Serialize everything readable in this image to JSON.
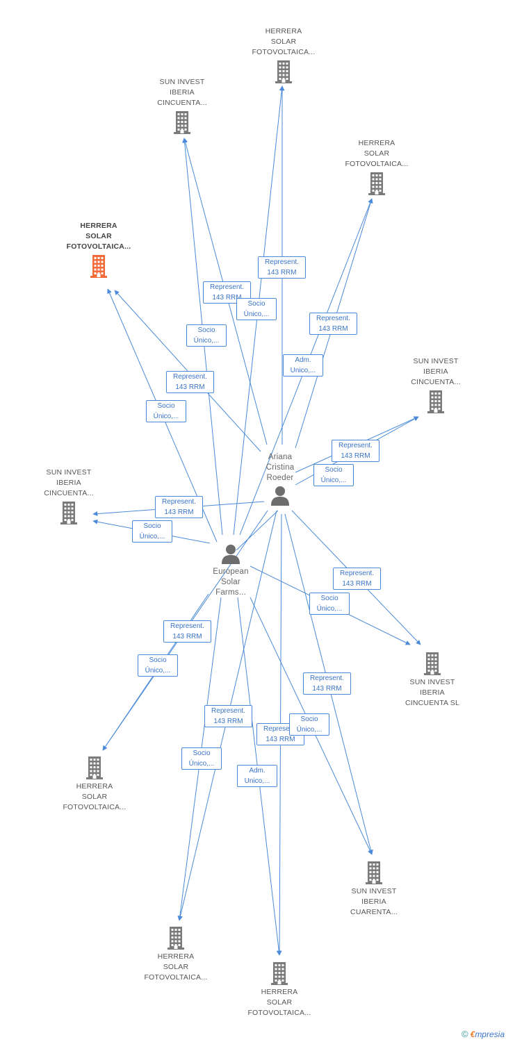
{
  "nodes": {
    "c_top": {
      "lines": [
        "HERRERA",
        "SOLAR",
        "FOTOVOLTAICA..."
      ]
    },
    "c_sun1": {
      "lines": [
        "SUN INVEST",
        "IBERIA",
        "CINCUENTA..."
      ]
    },
    "c_herr_right": {
      "lines": [
        "HERRERA",
        "SOLAR",
        "FOTOVOLTAICA..."
      ]
    },
    "c_main": {
      "lines": [
        "HERRERA",
        "SOLAR",
        "FOTOVOLTAICA..."
      ]
    },
    "c_sun_right": {
      "lines": [
        "SUN INVEST",
        "IBERIA",
        "CINCUENTA..."
      ]
    },
    "c_sun_left": {
      "lines": [
        "SUN INVEST",
        "IBERIA",
        "CINCUENTA..."
      ]
    },
    "c_sun_sl": {
      "lines": [
        "SUN INVEST",
        "IBERIA",
        "CINCUENTA SL"
      ]
    },
    "c_herr_bl": {
      "lines": [
        "HERRERA",
        "SOLAR",
        "FOTOVOLTAICA..."
      ]
    },
    "c_sun_cuar": {
      "lines": [
        "SUN INVEST",
        "IBERIA",
        "CUARENTA..."
      ]
    },
    "c_herr_b1": {
      "lines": [
        "HERRERA",
        "SOLAR",
        "FOTOVOLTAICA..."
      ]
    },
    "c_herr_b2": {
      "lines": [
        "HERRERA",
        "SOLAR",
        "FOTOVOLTAICA..."
      ]
    },
    "p_ariana": {
      "lines": [
        "Ariana",
        "Cristina",
        "Roeder"
      ]
    },
    "p_european": {
      "lines": [
        "European",
        "Solar",
        "Farms..."
      ]
    }
  },
  "edge_labels": [
    {
      "id": "l1",
      "lines": [
        "Represent.",
        "143 RRM"
      ]
    },
    {
      "id": "l2",
      "lines": [
        "Represent.",
        "143 RRM"
      ]
    },
    {
      "id": "l3",
      "lines": [
        "Socio",
        "Único,..."
      ]
    },
    {
      "id": "l4",
      "lines": [
        "Represent.",
        "143 RRM"
      ]
    },
    {
      "id": "l5",
      "lines": [
        "Socio",
        "Único,..."
      ]
    },
    {
      "id": "l6",
      "lines": [
        "Adm.",
        "Unico,..."
      ]
    },
    {
      "id": "l7",
      "lines": [
        "Represent.",
        "143 RRM"
      ]
    },
    {
      "id": "l8",
      "lines": [
        "Socio",
        "Único,..."
      ]
    },
    {
      "id": "l9",
      "lines": [
        "Represent.",
        "143 RRM"
      ]
    },
    {
      "id": "l10",
      "lines": [
        "Socio",
        "Único,..."
      ]
    },
    {
      "id": "l11",
      "lines": [
        "Represent.",
        "143 RRM"
      ]
    },
    {
      "id": "l12",
      "lines": [
        "Socio",
        "Único,..."
      ]
    },
    {
      "id": "l13",
      "lines": [
        "Represent.",
        "143 RRM"
      ]
    },
    {
      "id": "l14",
      "lines": [
        "Socio",
        "Único,..."
      ]
    },
    {
      "id": "l15",
      "lines": [
        "Represent.",
        "143 RRM"
      ]
    },
    {
      "id": "l16",
      "lines": [
        "Socio",
        "Único,..."
      ]
    },
    {
      "id": "l17",
      "lines": [
        "Represent.",
        "143 RRM"
      ]
    },
    {
      "id": "l18",
      "lines": [
        "Represent.",
        "143 RRM"
      ]
    },
    {
      "id": "l19",
      "lines": [
        "Represent.",
        "143 RRM"
      ]
    },
    {
      "id": "l20",
      "lines": [
        "Socio",
        "Único,..."
      ]
    },
    {
      "id": "l21",
      "lines": [
        "Socio",
        "Único,..."
      ]
    },
    {
      "id": "l22",
      "lines": [
        "Adm.",
        "Unico,..."
      ]
    }
  ],
  "colors": {
    "edge": "#4a8ad8",
    "company": "#7a7a7a",
    "highlight": "#f26b38",
    "person": "#6d6d6d"
  },
  "footer": {
    "copyright": "©",
    "brand_e": "€",
    "brand_rest": "mpresia"
  }
}
